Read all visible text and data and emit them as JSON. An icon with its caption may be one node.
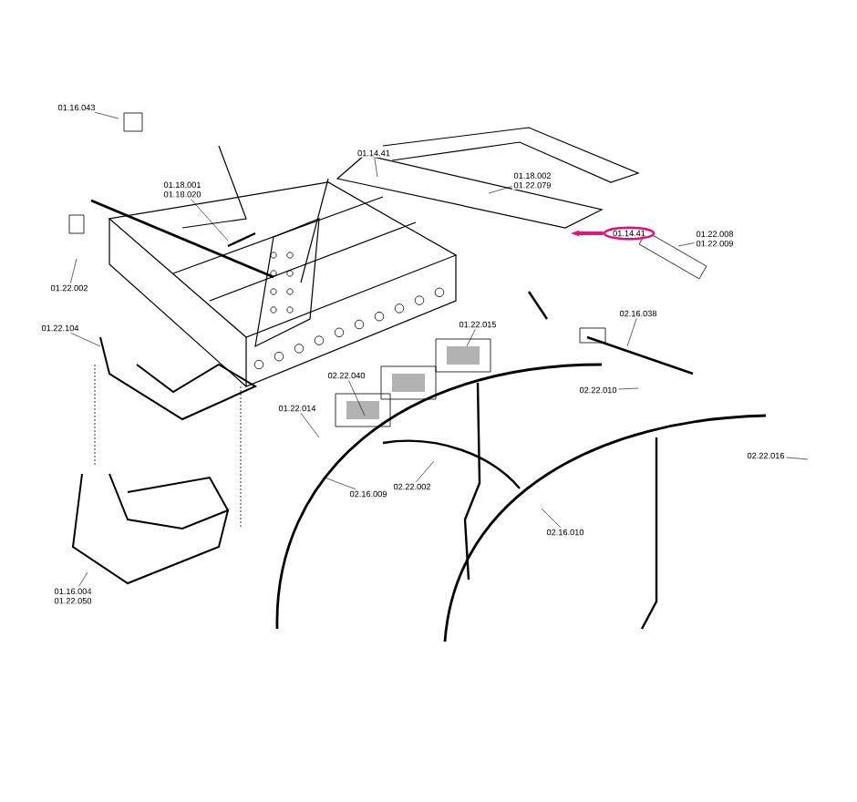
{
  "diagram": {
    "nodes": [
      {
        "text": [
          "01.16.043"
        ]
      },
      {
        "text": [
          "01.18.001",
          "01.18.020"
        ]
      },
      {
        "text": [
          "01.14.41"
        ]
      },
      {
        "text": [
          "01.18.002",
          "01.22.079"
        ]
      },
      {
        "text": [
          "01.14.41"
        ]
      },
      {
        "text": [
          "01.22.008",
          "01.22.009"
        ]
      },
      {
        "text": [
          "01.22.002"
        ]
      },
      {
        "text": [
          "01.22.104"
        ]
      },
      {
        "text": [
          "01.22.015"
        ]
      },
      {
        "text": [
          "02.16.038"
        ]
      },
      {
        "text": [
          "02.22.040"
        ]
      },
      {
        "text": [
          "02.22.010"
        ]
      },
      {
        "text": [
          "01.22.014"
        ]
      },
      {
        "text": [
          "02.22.016"
        ]
      },
      {
        "text": [
          "02.22.002"
        ]
      },
      {
        "text": [
          "02.16.009"
        ]
      },
      {
        "text": [
          "02.16.010"
        ]
      },
      {
        "text": [
          "01.16.004",
          "01.22.050"
        ]
      }
    ],
    "edges": [
      {
        "from": 0,
        "to": null,
        "arrow": "none"
      },
      {
        "from": 1,
        "to": null,
        "arrow": "none"
      },
      {
        "from": 2,
        "to": null,
        "arrow": "none"
      },
      {
        "from": 3,
        "to": null,
        "arrow": "none"
      },
      {
        "from": 4,
        "to": null,
        "arrow": "to",
        "style": "thick",
        "color": "#e0197d"
      },
      {
        "from": 5,
        "to": null,
        "arrow": "none"
      },
      {
        "from": 6,
        "to": null,
        "arrow": "none"
      },
      {
        "from": 7,
        "to": null,
        "arrow": "none"
      },
      {
        "from": 8,
        "to": null,
        "arrow": "none"
      },
      {
        "from": 9,
        "to": null,
        "arrow": "none"
      },
      {
        "from": 10,
        "to": null,
        "arrow": "none"
      },
      {
        "from": 11,
        "to": null,
        "arrow": "none"
      },
      {
        "from": 12,
        "to": null,
        "arrow": "none"
      },
      {
        "from": 13,
        "to": null,
        "arrow": "none"
      },
      {
        "from": 14,
        "to": null,
        "arrow": "none"
      },
      {
        "from": 15,
        "to": null,
        "arrow": "none"
      },
      {
        "from": 16,
        "to": null,
        "arrow": "none"
      },
      {
        "from": 17,
        "to": null,
        "arrow": "none"
      }
    ]
  }
}
